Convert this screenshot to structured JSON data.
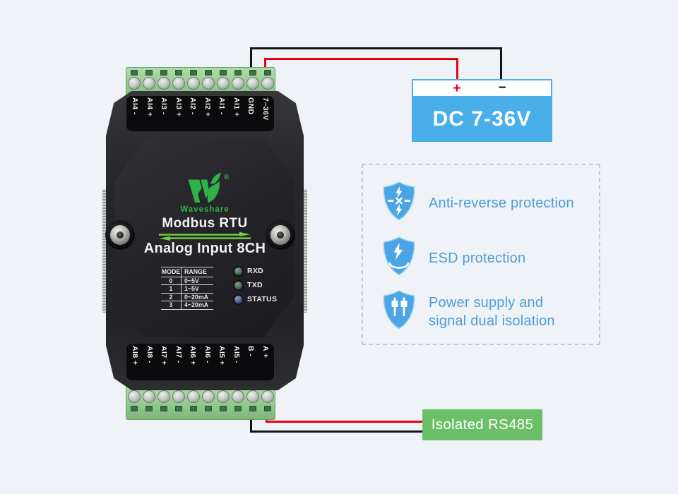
{
  "device": {
    "brand": "Waveshare",
    "registered_mark": "®",
    "protocol": "Modbus RTU",
    "product": "Analog Input 8CH",
    "top_terminals": [
      "AI4 -",
      "AI4 +",
      "AI3 -",
      "AI3 +",
      "AI2 -",
      "AI2 +",
      "AI1 -",
      "AI1 +",
      "GND",
      "7~36V"
    ],
    "bottom_terminals": [
      "AI8 +",
      "AI8 -",
      "AI7 +",
      "AI7 -",
      "AI6 +",
      "AI6 -",
      "AI5 +",
      "AI5 -",
      "B -",
      "A +"
    ],
    "mode_table": {
      "col1": "MODE",
      "col2": "RANGE",
      "rows": [
        {
          "mode": "0",
          "range": "0~5V"
        },
        {
          "mode": "1",
          "range": "1~5V"
        },
        {
          "mode": "2",
          "range": "0~20mA"
        },
        {
          "mode": "3",
          "range": "4~20mA"
        }
      ]
    },
    "leds": {
      "rxd": "RXD",
      "txd": "TXD",
      "status": "STATUS"
    }
  },
  "power": {
    "plus": "+",
    "minus": "−",
    "label": "DC 7-36V"
  },
  "features": {
    "item1": "Anti-reverse protection",
    "item2": "ESD protection",
    "item3_line1": "Power supply and",
    "item3_line2": "signal dual isolation"
  },
  "rs485": {
    "label": "Isolated RS485"
  },
  "colors": {
    "background": "#eff2f6",
    "power_blue": "#4aaee9",
    "rs485_green": "#6abf68",
    "feature_blue": "#4b9ed8",
    "brand_green": "#2fb347",
    "arrow_green": "#74cf46",
    "wire_red": "#e8000f",
    "wire_black": "#141414",
    "terminal_green": "#90c78c",
    "led_green": "#4a6a55",
    "led_blue": "#46608c"
  }
}
